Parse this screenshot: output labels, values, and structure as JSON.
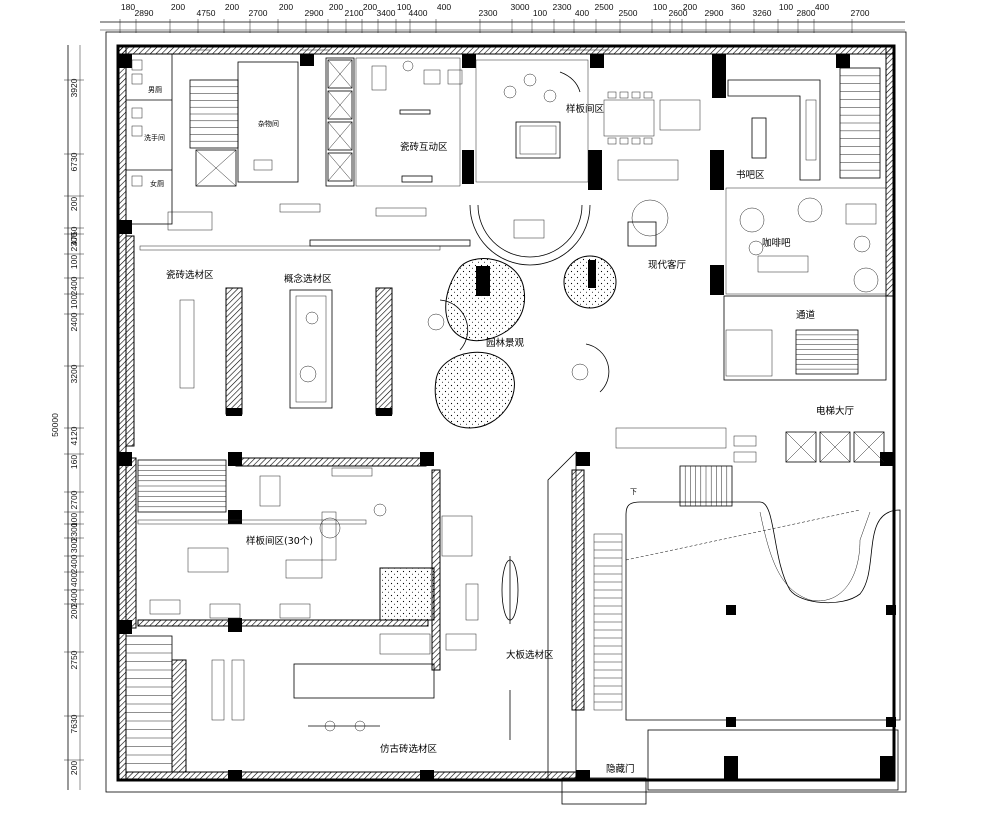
{
  "top_dims": [
    "180",
    "2890",
    "200",
    "4750",
    "200",
    "2700",
    "200",
    "2900",
    "200",
    "2100",
    "200",
    "3400",
    "100",
    "4400",
    "400",
    "2300",
    "3000",
    "100",
    "2300",
    "400",
    "2500",
    "2500",
    "100",
    "2600",
    "200",
    "2900",
    "360",
    "3260",
    "100",
    "2800",
    "400",
    "2700"
  ],
  "left_dims": [
    "3920",
    "6730",
    "200",
    "4750",
    "2300",
    "100",
    "2400",
    "100",
    "2400",
    "3200",
    "4120",
    "160",
    "2700",
    "100",
    "2300",
    "300",
    "2400",
    "400",
    "2400",
    "200",
    "2750",
    "7630",
    "200"
  ],
  "total_dim": "50000",
  "rooms": {
    "tile_interaction": "瓷砖互动区",
    "sample_room": "样板间区",
    "book_bar": "书吧区",
    "cafe": "咖啡吧",
    "modern_living": "现代客厅",
    "tile_selection": "瓷砖选材区",
    "concept_selection": "概念选材区",
    "garden": "园林景观",
    "corridor": "通道",
    "elevator_hall": "电梯大厅",
    "sample_room_30": "样板间区(30个)",
    "large_board": "大板选材区",
    "antique_tile": "仿古砖选材区",
    "hidden_door": "隐藏门",
    "toilet": "男厕",
    "wash": "洗手间",
    "female": "女厕",
    "misc_room": "杂物间",
    "down": "下"
  }
}
